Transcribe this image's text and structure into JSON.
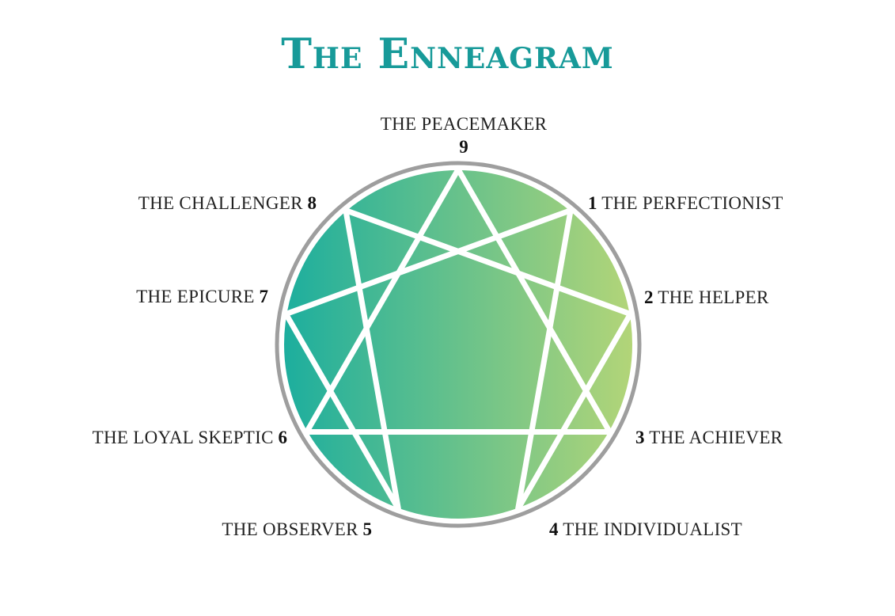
{
  "title": "The Enneagram",
  "colors": {
    "title": "#179a99",
    "circle_ring": "#9e9e9e",
    "gradient_start": "#1cae9e",
    "gradient_end": "#b3d578",
    "lines": "#ffffff"
  },
  "types": [
    {
      "number": "9",
      "name": "THE PEACEMAKER"
    },
    {
      "number": "1",
      "name": "THE PERFECTIONIST"
    },
    {
      "number": "2",
      "name": "THE HELPER"
    },
    {
      "number": "3",
      "name": "THE ACHIEVER"
    },
    {
      "number": "4",
      "name": "THE INDIVIDUALIST"
    },
    {
      "number": "5",
      "name": "THE OBSERVER"
    },
    {
      "number": "6",
      "name": "THE LOYAL SKEPTIC"
    },
    {
      "number": "7",
      "name": "THE EPICURE"
    },
    {
      "number": "8",
      "name": "THE CHALLENGER"
    }
  ]
}
